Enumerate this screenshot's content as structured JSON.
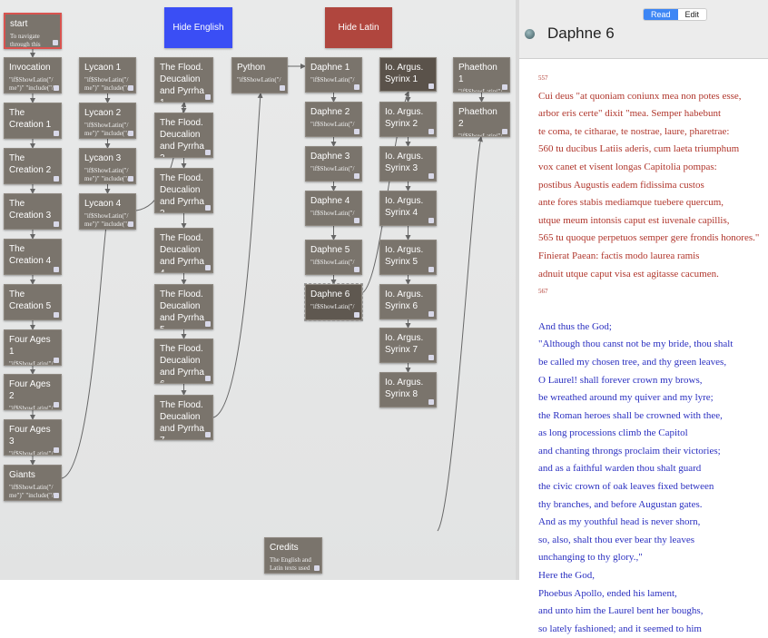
{
  "tags": {
    "hide_english": "Hide English",
    "hide_latin": "Hide Latin",
    "hide_english_color": "#3a4ef5",
    "hide_latin_color": "#b0463e"
  },
  "passages": [
    {
      "title": "start",
      "excerpt": "To navigate through this"
    },
    {
      "title": "Invocation",
      "excerpt": "\"if$ShowLatin(\"/ me\")\" \"include(\"/"
    },
    {
      "title": "The Creation 1",
      "excerpt": ""
    },
    {
      "title": "The Creation 2",
      "excerpt": ""
    },
    {
      "title": "The Creation 3",
      "excerpt": ""
    },
    {
      "title": "The Creation 4",
      "excerpt": ""
    },
    {
      "title": "The Creation 5",
      "excerpt": ""
    },
    {
      "title": "Four Ages 1",
      "excerpt": "\"if$ShowLatin(\"/ me\")\" \"include(\"/"
    },
    {
      "title": "Four Ages 2",
      "excerpt": "\"if$ShowLatin(\"/ me\")\" \"include(\"/"
    },
    {
      "title": "Four Ages 3",
      "excerpt": "\"if$ShowLatin(\"/ me\")\" \"include(\"/"
    },
    {
      "title": "Giants",
      "excerpt": "\"if$ShowLatin(\"/ me\")\" \"include(\"/"
    },
    {
      "title": "Lycaon 1",
      "excerpt": "\"if$ShowLatin(\"/ me\")\" \"include(\"/"
    },
    {
      "title": "Lycaon 2",
      "excerpt": "\"if$ShowLatin(\"/ me\")\" \"include(\"/"
    },
    {
      "title": "Lycaon 3",
      "excerpt": "\"if$ShowLatin(\"/ me\")\" \"include(\"/"
    },
    {
      "title": "Lycaon 4",
      "excerpt": "\"if$ShowLatin(\"/ me\")\" \"include(\"/"
    },
    {
      "title": "The Flood. Deucalion and Pyrrha 1",
      "excerpt": ""
    },
    {
      "title": "The Flood. Deucalion and Pyrrha 2",
      "excerpt": ""
    },
    {
      "title": "The Flood. Deucalion and Pyrrha 3",
      "excerpt": ""
    },
    {
      "title": "The Flood. Deucalion and Pyrrha 4",
      "excerpt": ""
    },
    {
      "title": "The Flood. Deucalion and Pyrrha 5",
      "excerpt": ""
    },
    {
      "title": "The Flood. Deucalion and Pyrrha 6",
      "excerpt": ""
    },
    {
      "title": "The Flood. Deucalion and Pyrrha 7",
      "excerpt": ""
    },
    {
      "title": "Python",
      "excerpt": "\"if$ShowLatin(\"/"
    },
    {
      "title": "Daphne 1",
      "excerpt": "\"if$ShowLatin(\"/"
    },
    {
      "title": "Daphne 2",
      "excerpt": "\"if$ShowLatin(\"/"
    },
    {
      "title": "Daphne 3",
      "excerpt": "\"if$ShowLatin(\"/"
    },
    {
      "title": "Daphne 4",
      "excerpt": "\"if$ShowLatin(\"/"
    },
    {
      "title": "Daphne 5",
      "excerpt": "\"if$ShowLatin(\"/"
    },
    {
      "title": "Daphne 6",
      "excerpt": "\"if$ShowLatin(\"/"
    },
    {
      "title": "Io. Argus. Syrinx 1",
      "excerpt": ""
    },
    {
      "title": "Io. Argus. Syrinx 2",
      "excerpt": ""
    },
    {
      "title": "Io. Argus. Syrinx 3",
      "excerpt": ""
    },
    {
      "title": "Io. Argus. Syrinx 4",
      "excerpt": ""
    },
    {
      "title": "Io. Argus. Syrinx 5",
      "excerpt": ""
    },
    {
      "title": "Io. Argus. Syrinx 6",
      "excerpt": ""
    },
    {
      "title": "Io. Argus. Syrinx 7",
      "excerpt": ""
    },
    {
      "title": "Io. Argus. Syrinx 8",
      "excerpt": ""
    },
    {
      "title": "Phaethon 1",
      "excerpt": "\"if$ShowLatin(\"/"
    },
    {
      "title": "Phaethon 2",
      "excerpt": "\"if$ShowLatin(\"/"
    },
    {
      "title": "Credits",
      "excerpt": "The English and Latin texts used"
    }
  ],
  "panel": {
    "read": "Read",
    "edit": "Edit",
    "title": "Daphne 6",
    "latin": [
      "557",
      "Cui deus \"at quoniam coniunx mea non potes esse,",
      "arbor eris certe\" dixit \"mea. Semper habebunt",
      "te coma, te citharae, te nostrae, laure, pharetrae:",
      "560 tu ducibus Latiis aderis, cum laeta triumphum",
      "vox canet et visent longas Capitolia pompas:",
      "postibus Augustis eadem fidissima custos",
      "ante fores stabis mediamque tuebere quercum,",
      "utque meum intonsis caput est iuvenale capillis,",
      "565 tu quoque perpetuos semper gere frondis honores.\"",
      "Finierat Paean: factis modo laurea ramis",
      "adnuit utque caput visa est agitasse cacumen.",
      "567"
    ],
    "english": [
      "And thus the God;",
      "\"Although thou canst not be my bride, thou shalt",
      "be called my chosen tree, and thy green leaves,",
      "O Laurel! shall forever crown my brows,",
      "be wreathed around my quiver and my lyre;",
      "the Roman heroes shall be crowned with thee,",
      "as long processions climb the Capitol",
      "and chanting throngs proclaim their victories;",
      "and as a faithful warden thou shalt guard",
      "the civic crown of oak leaves fixed between",
      "thy branches, and before Augustan gates.",
      "And as my youthful head is never shorn,",
      "so, also, shalt thou ever bear thy leaves",
      "unchanging to thy glory.,\"",
      "Here the God,",
      "Phoebus Apollo, ended his lament,",
      "and unto him the Laurel bent her boughs,",
      "so lately fashioned; and it seemed to him"
    ]
  }
}
